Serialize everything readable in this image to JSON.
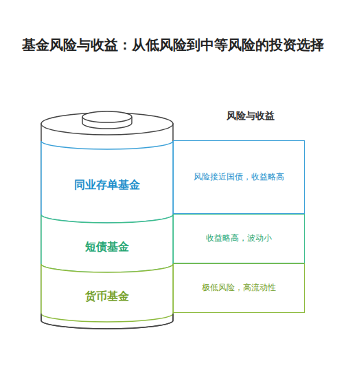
{
  "diagram": {
    "title": "基金风险与收益：从低风险到中等风险的投资选择",
    "nodes": [
      {
        "text": [
          "同业存单基金"
        ]
      },
      {
        "text": [
          "风险接近国债，收益略高"
        ]
      },
      {
        "text": [
          "短债基金"
        ]
      },
      {
        "text": [
          "收益略高，波动小"
        ]
      },
      {
        "text": [
          "货币基金"
        ]
      },
      {
        "text": [
          "极低风险，高流动性"
        ]
      }
    ],
    "labels": [
      "风险与收益"
    ]
  }
}
